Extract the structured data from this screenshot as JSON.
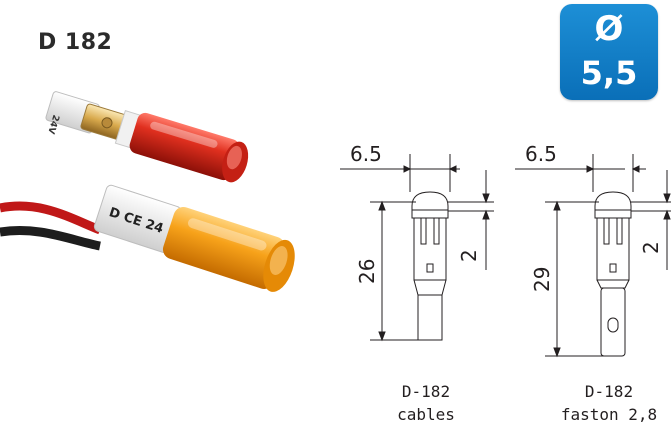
{
  "product": {
    "title": "D 182",
    "diameter_symbol": "Ø",
    "diameter_value": "5,5"
  },
  "photo": {
    "upper_label": "24V",
    "lower_label": "D CE 24"
  },
  "drawings": [
    {
      "width_label": "6.5",
      "height_label": "26",
      "offset_label": "2",
      "caption_line1": "D-182",
      "caption_line2": "cables"
    },
    {
      "width_label": "6.5",
      "height_label": "29",
      "offset_label": "2",
      "caption_line1": "D-182",
      "caption_line2": "faston 2,8"
    }
  ],
  "colors": {
    "badge": "#0a6fb8",
    "red_lens": "#d8261b",
    "amber_lens": "#f29a10",
    "ink": "#231f20"
  }
}
